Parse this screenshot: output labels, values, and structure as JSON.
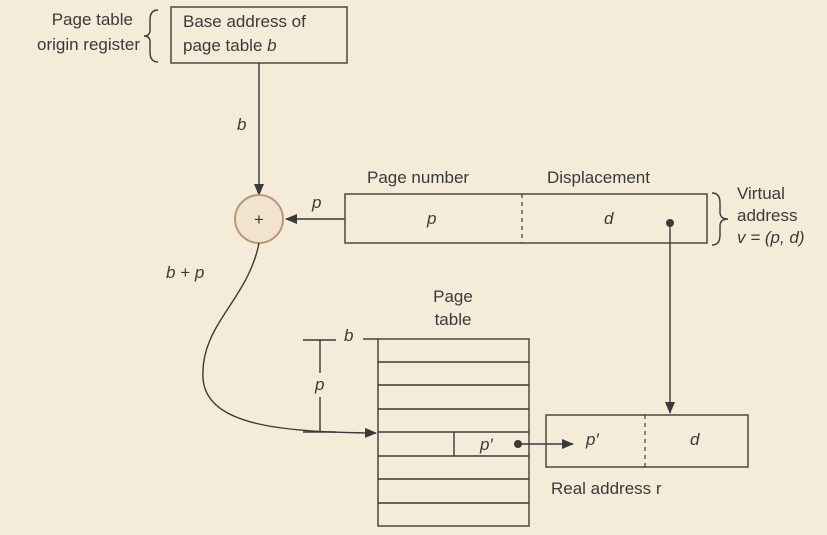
{
  "origin_register": {
    "side_label_line1": "Page table",
    "side_label_line2": "origin register",
    "box_line1": "Base address of",
    "box_line2": "page table b"
  },
  "adder": {
    "symbol": "+"
  },
  "labels": {
    "b": "b",
    "p_arrow": "p",
    "b_plus_p": "b + p"
  },
  "virtual_address": {
    "page_number_header": "Page number",
    "displacement_header": "Displacement",
    "p_cell": "p",
    "d_cell": "d",
    "brace_line1": "Virtual",
    "brace_line2": "address",
    "brace_line3": "v = (p, d)"
  },
  "page_table": {
    "title_line1": "Page",
    "title_line2": "table",
    "b_marker": "b",
    "p_span": "p",
    "entry": "p′"
  },
  "real_address": {
    "p_prime": "p′",
    "d": "d",
    "caption": "Real address r"
  },
  "colors": {
    "background": "#f4ebd9",
    "stroke": "#3a3a3a"
  }
}
